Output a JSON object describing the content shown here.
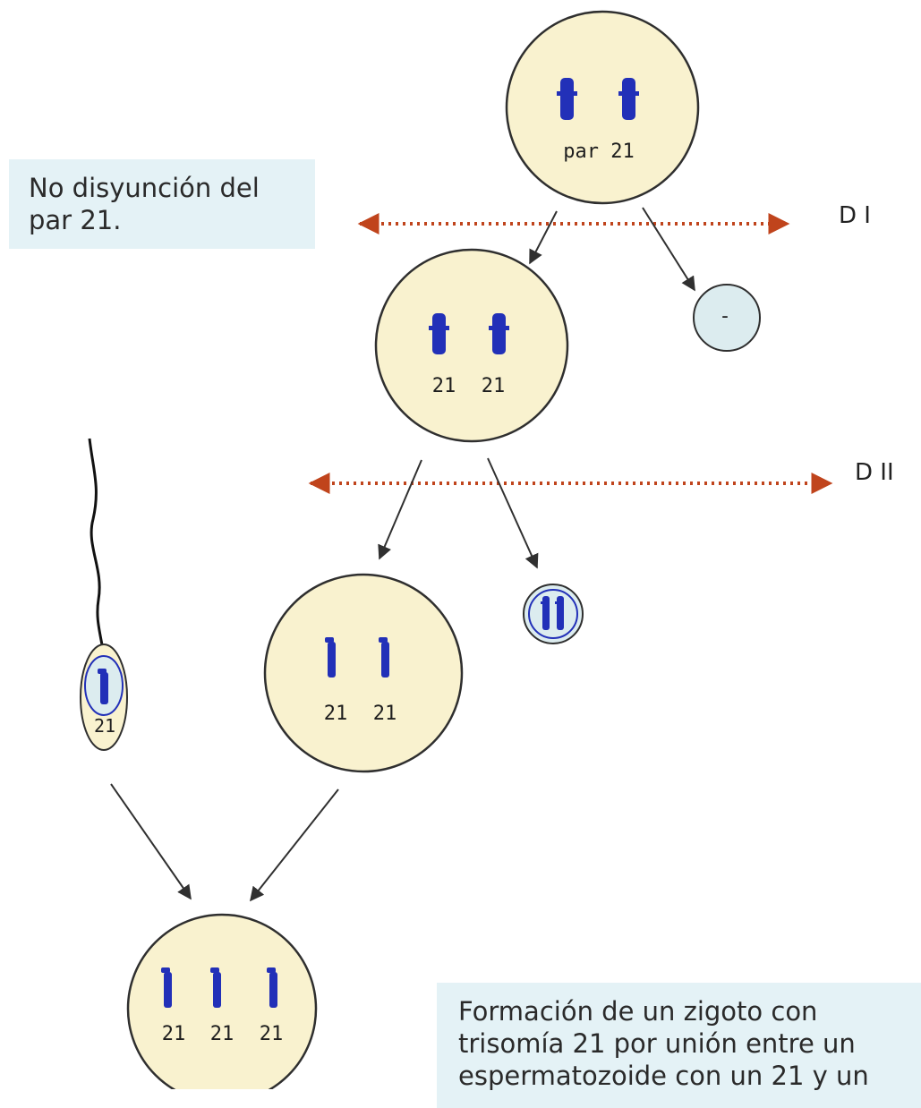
{
  "notes": {
    "top": "No disyunción del\npar 21.",
    "bottom": "Formación de un zigoto con\ntrisomía 21 por unión entre un\nespermatozoide con un 21 y un"
  },
  "stages": {
    "first": "D I",
    "second": "D II"
  },
  "cells": {
    "parent_label": "par 21",
    "secondary_labels": [
      "21",
      "21"
    ],
    "polar_body_1_label": "-",
    "ovum_labels": [
      "21",
      "21"
    ],
    "sperm_label": "21",
    "zygote_labels": [
      "21",
      "21",
      "21"
    ]
  },
  "colors": {
    "cell_fill": "#f9f2cf",
    "small_cell_fill": "#dcecef",
    "chromosome": "#2230b8",
    "division_line": "#c0441c"
  }
}
